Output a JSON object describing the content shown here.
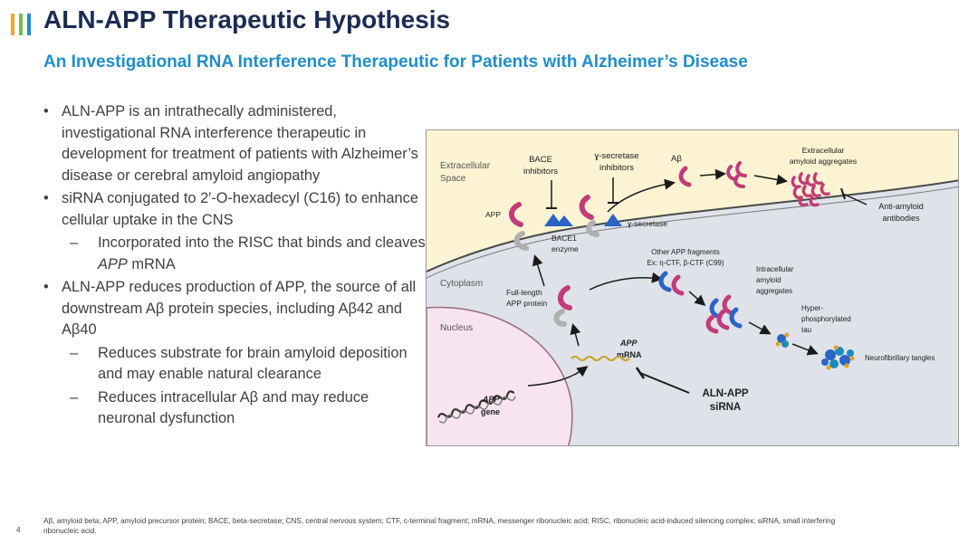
{
  "header": {
    "title": "ALN-APP Therapeutic Hypothesis",
    "subtitle": "An Investigational RNA Interference Therapeutic for Patients with Alzheimer’s Disease"
  },
  "bullets": {
    "b1": "ALN-APP is an intrathecally administered, investigational RNA interference therapeutic in development for treatment of patients with Alzheimer’s disease or cerebral amyloid angiopathy",
    "b2": "siRNA conjugated to 2′-O-hexadecyl (C16) to enhance cellular uptake in the CNS",
    "b2_sub1_pre": "Incorporated into the RISC that binds and cleaves ",
    "b2_sub1_italic": "APP",
    "b2_sub1_post": " mRNA",
    "b3": "ALN-APP reduces production of APP, the source of all downstream Aβ protein species, including Aβ42 and Aβ40",
    "b3_sub1": "Reduces substrate for brain amyloid deposition and may enable natural clearance",
    "b3_sub2": "Reduces intracellular Aβ and may reduce neuronal dysfunction"
  },
  "figure": {
    "extracellular_1": "Extracellular",
    "extracellular_2": "Space",
    "cytoplasm": "Cytoplasm",
    "nucleus": "Nucleus",
    "bace_inhib_1": "BACE",
    "bace_inhib_2": "inhibitors",
    "gamma_inhib_1": "ɣ-secretase",
    "gamma_inhib_2": "inhibitors",
    "abeta": "Aβ",
    "extra_agg_1": "Extracellular",
    "extra_agg_2": "amyloid aggregates",
    "anti_amyloid_1": "Anti-amyloid",
    "anti_amyloid_2": "antibodies",
    "app": "APP",
    "gamma_secretase": "ɣ-secretase",
    "bace1_1": "BACE1",
    "bace1_2": "enzyme",
    "other_frag_1": "Other APP fragments",
    "other_frag_2": "Ex: η-CTF, β-CTF (C99)",
    "full_length_1": "Full-length",
    "full_length_2": "APP protein",
    "intra_agg_1": "Intracellular",
    "intra_agg_2": "amyloid",
    "intra_agg_3": "aggregates",
    "hyper_1": "Hyper-",
    "hyper_2": "phosphorylated",
    "hyper_3": "tau",
    "app_mrna_1": "APP",
    "app_mrna_2": "mRNA",
    "nft": "Neurofibrillary tangles",
    "app_gene_1": "APP",
    "app_gene_2": "gene",
    "aln_1": "ALN-APP",
    "aln_2": "siRNA"
  },
  "footer": {
    "page_number": "4",
    "footnote": "Aβ, amyloid beta; APP, amyloid precursor protein; BACE, beta-secretase; CNS, central nervous system; CTF, c-terminal fragment; mRNA, messenger ribonucleic acid; RISC, ribonucleic acid-induced silencing complex; siRNA, small interfering ribonucleic acid."
  },
  "colors": {
    "title": "#1b2c52",
    "subtitle": "#1f8ec8",
    "extracellular_bg": "#fbf3d2",
    "cytoplasm_bg": "#dfe2e8",
    "nucleus_bg": "#f7e4ee",
    "protein": "#c23c79",
    "secretase": "#2b64c6"
  }
}
